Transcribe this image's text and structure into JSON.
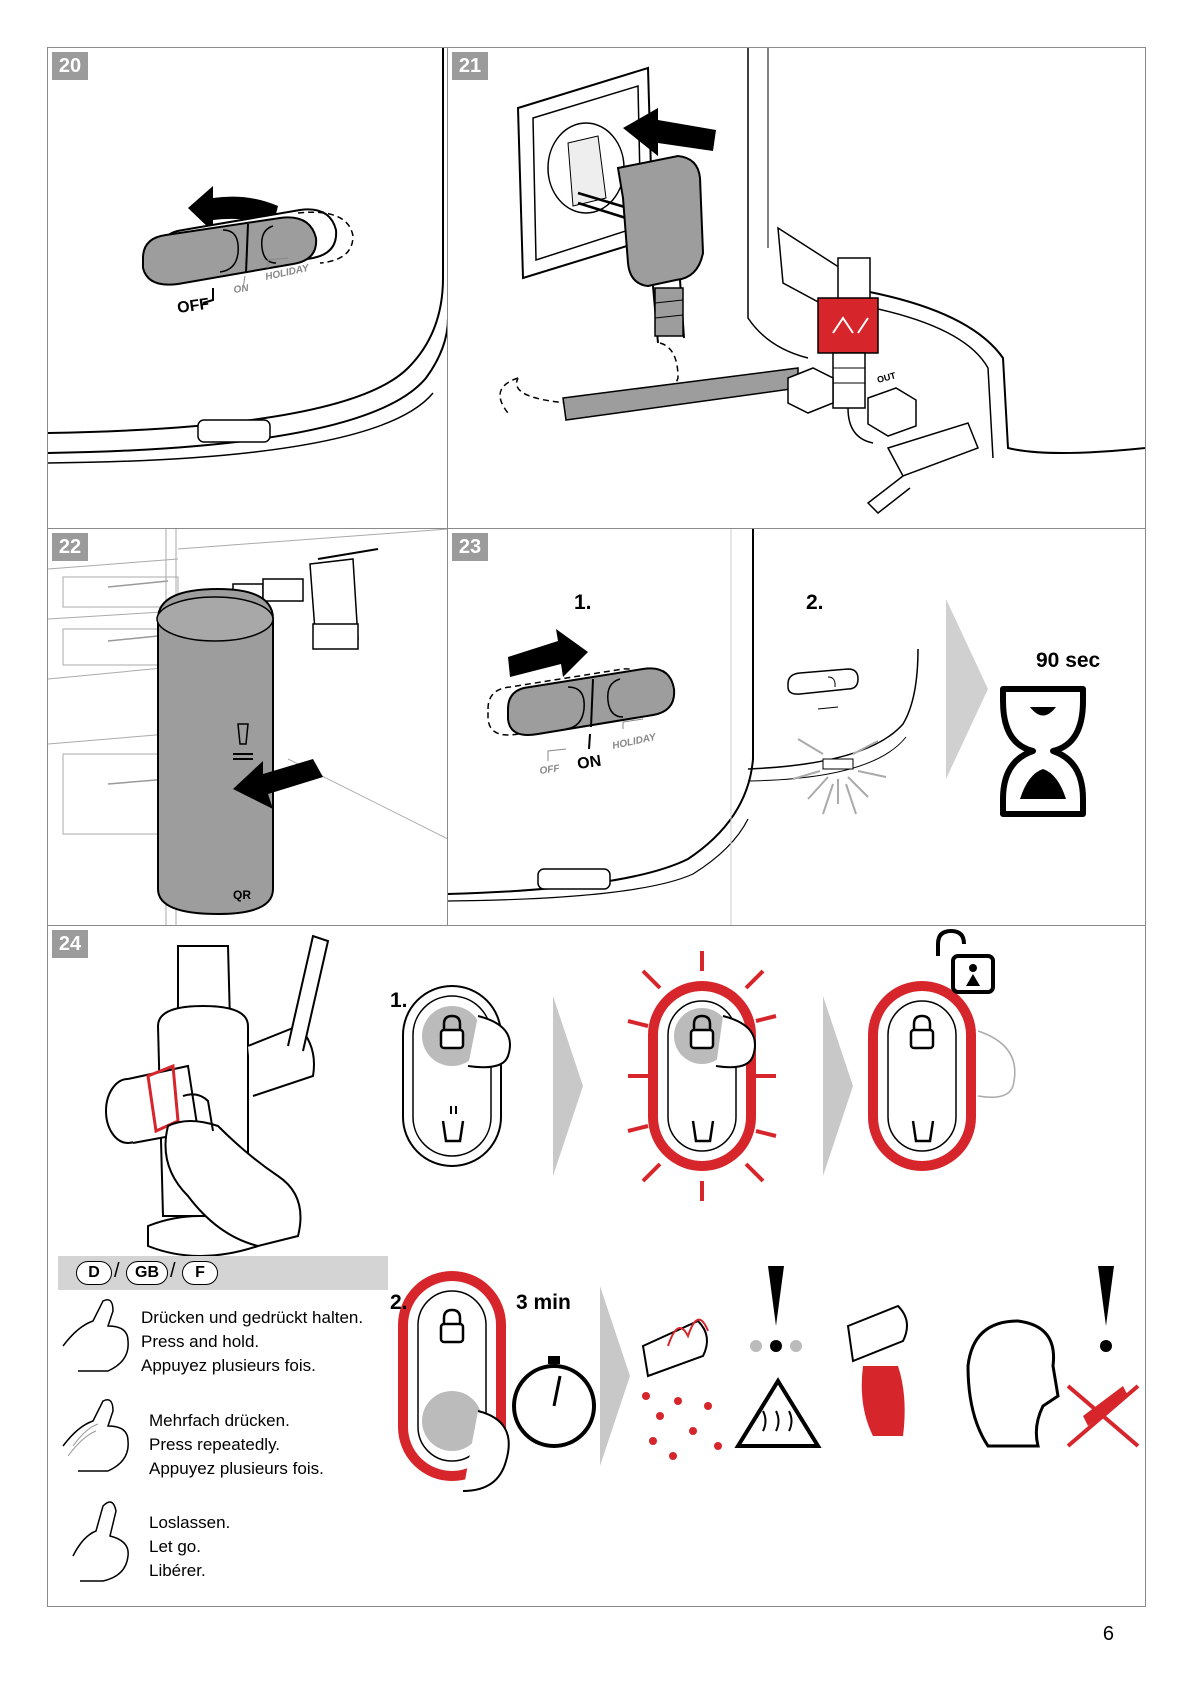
{
  "panels": {
    "p20": {
      "number": "20",
      "labels": {
        "off": "OFF",
        "on": "ON",
        "holiday": "HOLIDAY"
      }
    },
    "p21": {
      "number": "21",
      "labels": {
        "out": "OUT"
      }
    },
    "p22": {
      "number": "22"
    },
    "p23": {
      "number": "23",
      "step1": "1.",
      "step2": "2.",
      "duration": "90 sec",
      "labels": {
        "off": "OFF",
        "on": "ON",
        "holiday": "HOLIDAY"
      }
    },
    "p24": {
      "number": "24",
      "step1": "1.",
      "step2": "2.",
      "duration": "3 min"
    }
  },
  "languages": [
    "D",
    "GB",
    "F"
  ],
  "legend": [
    {
      "icon": "press-hold-hand-icon",
      "lines": [
        "Drücken und gedrückt halten.",
        "Press and hold.",
        "Appuyez plusieurs fois."
      ]
    },
    {
      "icon": "press-repeatedly-hand-icon",
      "lines": [
        "Mehrfach drücken.",
        "Press repeatedly.",
        "Appuyez plusieurs fois."
      ]
    },
    {
      "icon": "let-go-hand-icon",
      "lines": [
        "Loslassen.",
        "Let go.",
        "Libérer."
      ]
    }
  ],
  "page_number": "6",
  "colors": {
    "accent_red": "#d6262b",
    "gray_fill": "#9d9d9d",
    "panel_label_bg": "#9b9b9b",
    "legend_bar": "#d4d4d4"
  }
}
